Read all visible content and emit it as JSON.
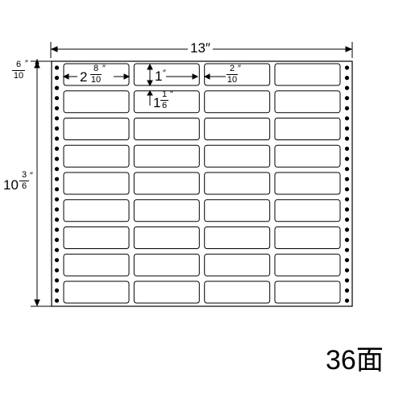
{
  "diagram": {
    "width_label": {
      "whole": "13",
      "unit": "″"
    },
    "height_label": {
      "whole": "10",
      "num": "3",
      "den": "6",
      "unit": "″"
    },
    "top_margin_label": {
      "whole": "6",
      "den": "10",
      "unit": "″"
    },
    "label_width_label": {
      "whole": "2",
      "num": "8",
      "den": "10",
      "unit": "″"
    },
    "label_height_label": {
      "whole": "1",
      "unit": "″"
    },
    "h_gap_label": {
      "num": "2",
      "den": "10",
      "unit": "″"
    },
    "v_gap_label": {
      "whole": "1",
      "num": "1",
      "den": "6",
      "unit": "″"
    },
    "grid": {
      "rows": 9,
      "cols": 4
    },
    "count_label": "36面"
  }
}
